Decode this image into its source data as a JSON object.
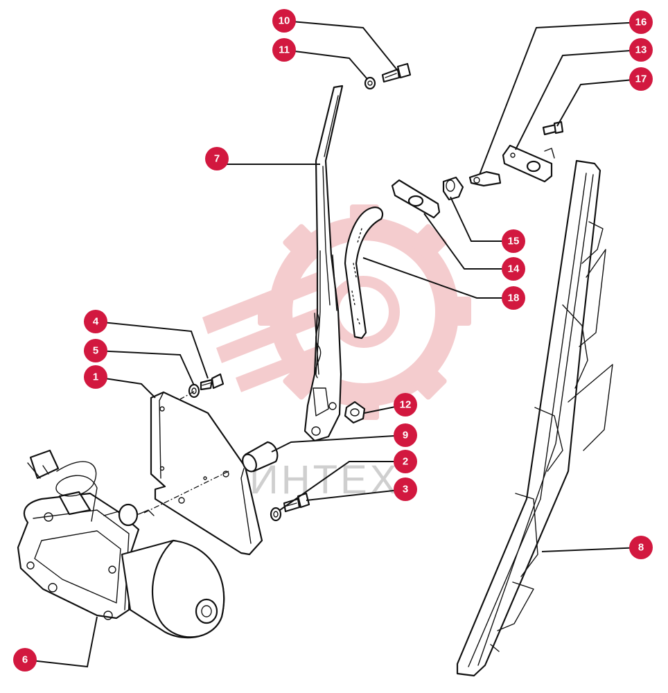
{
  "colors": {
    "badge": "#d2183f",
    "watermark": "#f3c4c6",
    "watermark_text": "#cfcfcf",
    "line": "#111111"
  },
  "watermark": {
    "text": "ИНТЕХ"
  },
  "callouts": [
    {
      "label": "1"
    },
    {
      "label": "2"
    },
    {
      "label": "3"
    },
    {
      "label": "4"
    },
    {
      "label": "5"
    },
    {
      "label": "6"
    },
    {
      "label": "7"
    },
    {
      "label": "8"
    },
    {
      "label": "9"
    },
    {
      "label": "10"
    },
    {
      "label": "11"
    },
    {
      "label": "12"
    },
    {
      "label": "13"
    },
    {
      "label": "14"
    },
    {
      "label": "15"
    },
    {
      "label": "16"
    },
    {
      "label": "17"
    },
    {
      "label": "18"
    }
  ]
}
